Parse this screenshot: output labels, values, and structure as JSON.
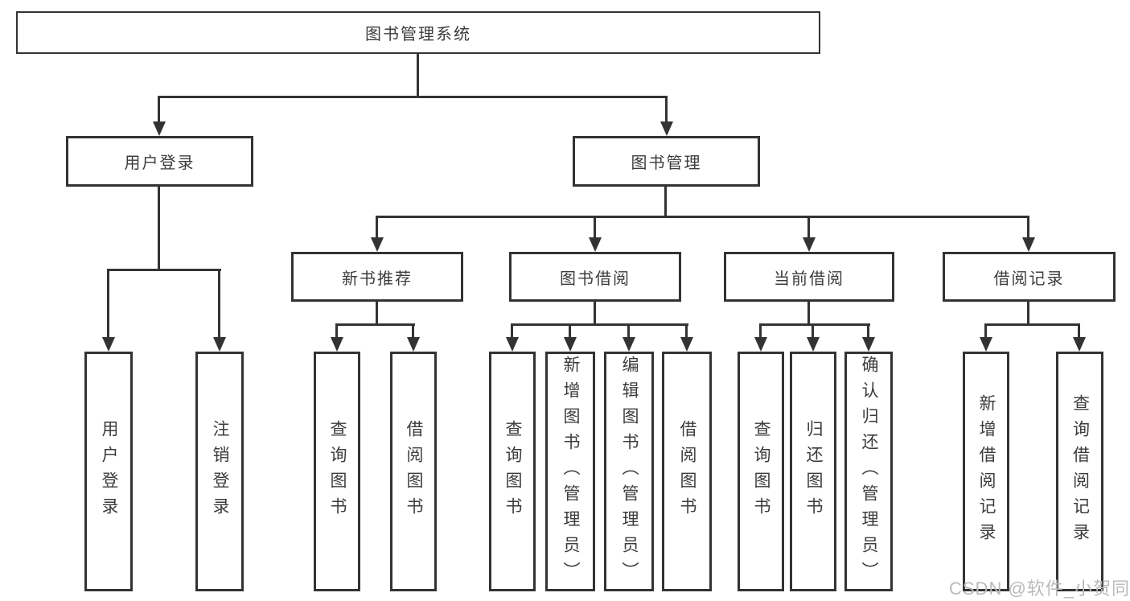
{
  "diagram": {
    "root": "图书管理系统",
    "level2": {
      "user_login": "用户登录",
      "book_mgmt": "图书管理"
    },
    "level3": {
      "new_book_rec": "新书推荐",
      "book_borrow": "图书借阅",
      "current_borrow": "当前借阅",
      "borrow_records": "借阅记录"
    },
    "leaves": {
      "user_login_1": "用户登录",
      "user_login_2": "注销登录",
      "rec_1": "查询图书",
      "rec_2": "借阅图书",
      "borrow_1": "查询图书",
      "borrow_2": "新增图书（管理员）",
      "borrow_3": "编辑图书（管理员）",
      "borrow_4": "借阅图书",
      "current_1": "查询图书",
      "current_2": "归还图书",
      "current_3": "确认归还（管理员）",
      "records_1": "新增借阅记录",
      "records_2": "查询借阅记录"
    }
  },
  "watermark": "CSDN @软件_小贺同学",
  "colors": {
    "line": "#333333",
    "text": "#3c3c3c",
    "watermark": "#bababa",
    "background": "#ffffff"
  }
}
